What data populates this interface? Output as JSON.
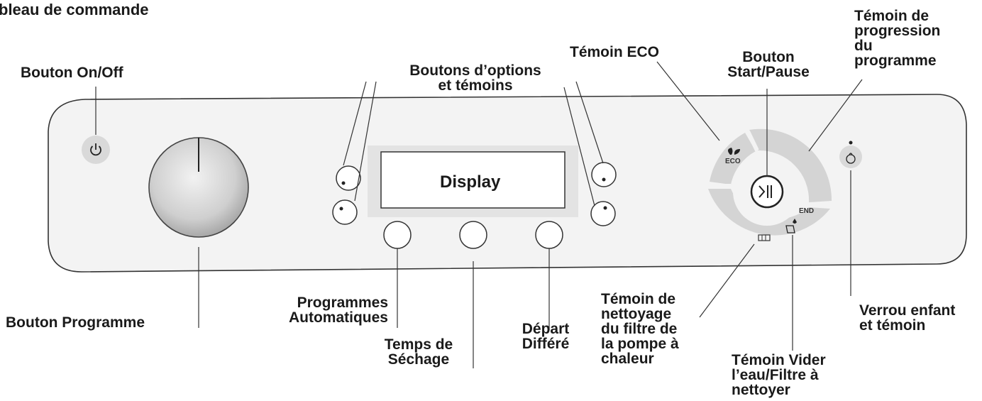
{
  "title": "bleau de commande",
  "display_text": "Display",
  "eco_mark": "ECO",
  "end_mark": "END",
  "labels": {
    "on_off": "Bouton On/Off",
    "options": "Boutons d’options\net témoins",
    "eco": "Témoin ECO",
    "start_pause": "Bouton\nStart/Pause",
    "progress": "Témoin de\nprogression\ndu\nprogramme",
    "programme": "Bouton Programme",
    "auto_programs": "Programmes\nAutomatiques",
    "drying_time": "Temps de\nSéchage",
    "delay_start": "Départ\nDifféré",
    "filter_pump": "Témoin de\nnettoyage\ndu filtre de\nla pompe à\nchaleur",
    "drain_water": "Témoin Vider\nl’eau/Filtre à\nnettoyer",
    "child_lock": "Verrou enfant\net témoin"
  },
  "icons": {
    "power": "power-icon",
    "start_pause": "play-pause-icon",
    "eco": "leaf-icon",
    "child_lock": "child-face-icon",
    "filter": "filter-grid-icon",
    "water": "water-drain-icon"
  },
  "colors": {
    "panel_fill": "#f3f3f3",
    "panel_stroke": "#333333",
    "control_grey": "#d9d9d9",
    "knob_dark": "#9a9a9a"
  }
}
